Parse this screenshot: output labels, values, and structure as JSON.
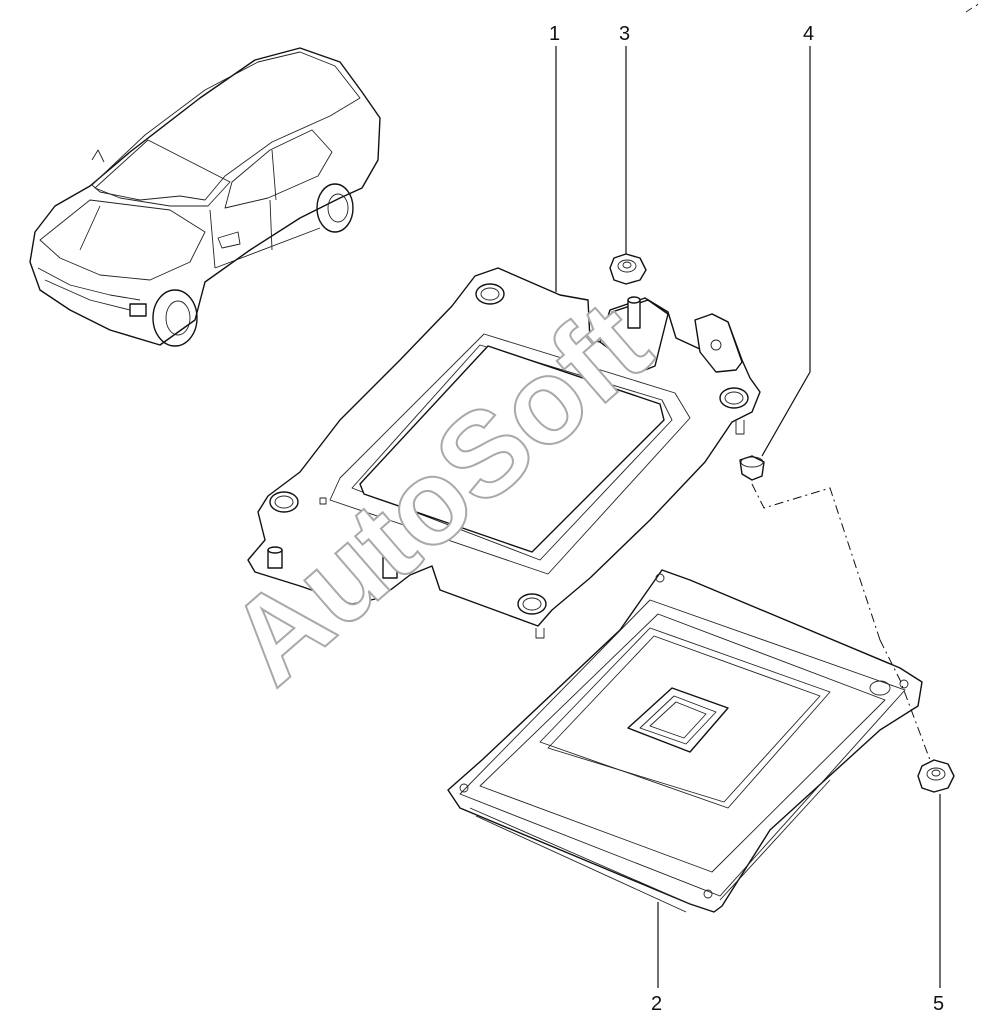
{
  "callouts": {
    "c1": "1",
    "c2": "2",
    "c3": "3",
    "c4": "4",
    "c5": "5"
  },
  "watermark": "AutoSoft"
}
